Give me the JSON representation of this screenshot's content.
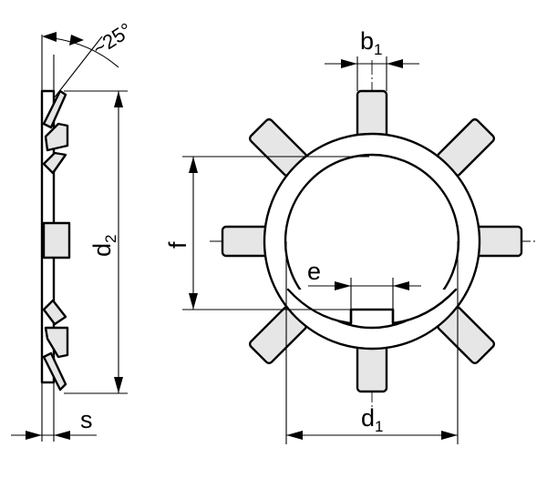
{
  "labels": {
    "angle": "~25°",
    "b_main": "b",
    "b_sub": "1",
    "f": "f",
    "e": "e",
    "d2_main": "d",
    "d2_sub": "2",
    "d1_main": "d",
    "d1_sub": "1",
    "s": "s"
  }
}
